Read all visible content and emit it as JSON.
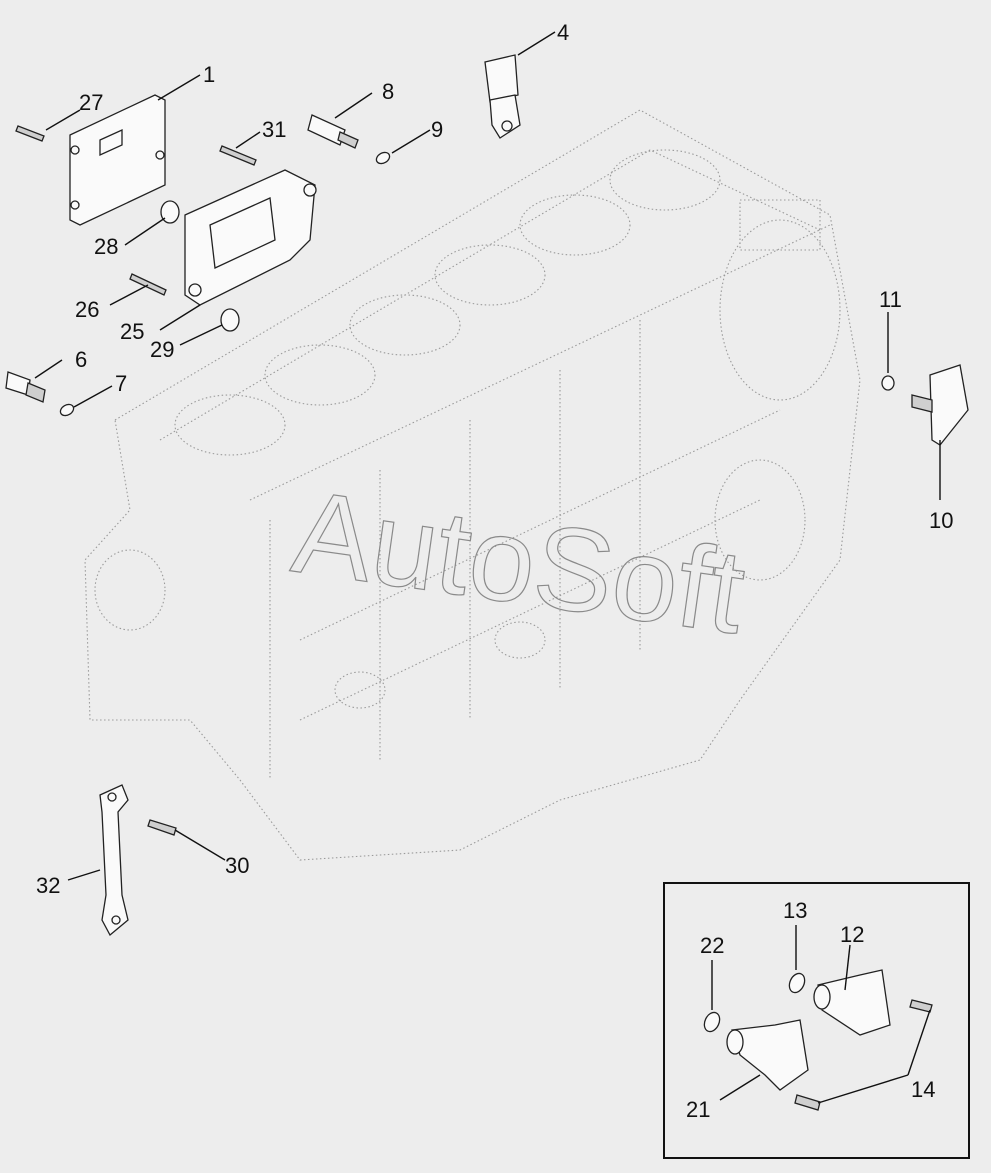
{
  "watermark": "AutoSoft",
  "callouts": [
    {
      "id": "1"
    },
    {
      "id": "4"
    },
    {
      "id": "6"
    },
    {
      "id": "7"
    },
    {
      "id": "8"
    },
    {
      "id": "9"
    },
    {
      "id": "10"
    },
    {
      "id": "11"
    },
    {
      "id": "12"
    },
    {
      "id": "13"
    },
    {
      "id": "14"
    },
    {
      "id": "21"
    },
    {
      "id": "22"
    },
    {
      "id": "25"
    },
    {
      "id": "26"
    },
    {
      "id": "27"
    },
    {
      "id": "28"
    },
    {
      "id": "29"
    },
    {
      "id": "30"
    },
    {
      "id": "31"
    },
    {
      "id": "32"
    }
  ]
}
